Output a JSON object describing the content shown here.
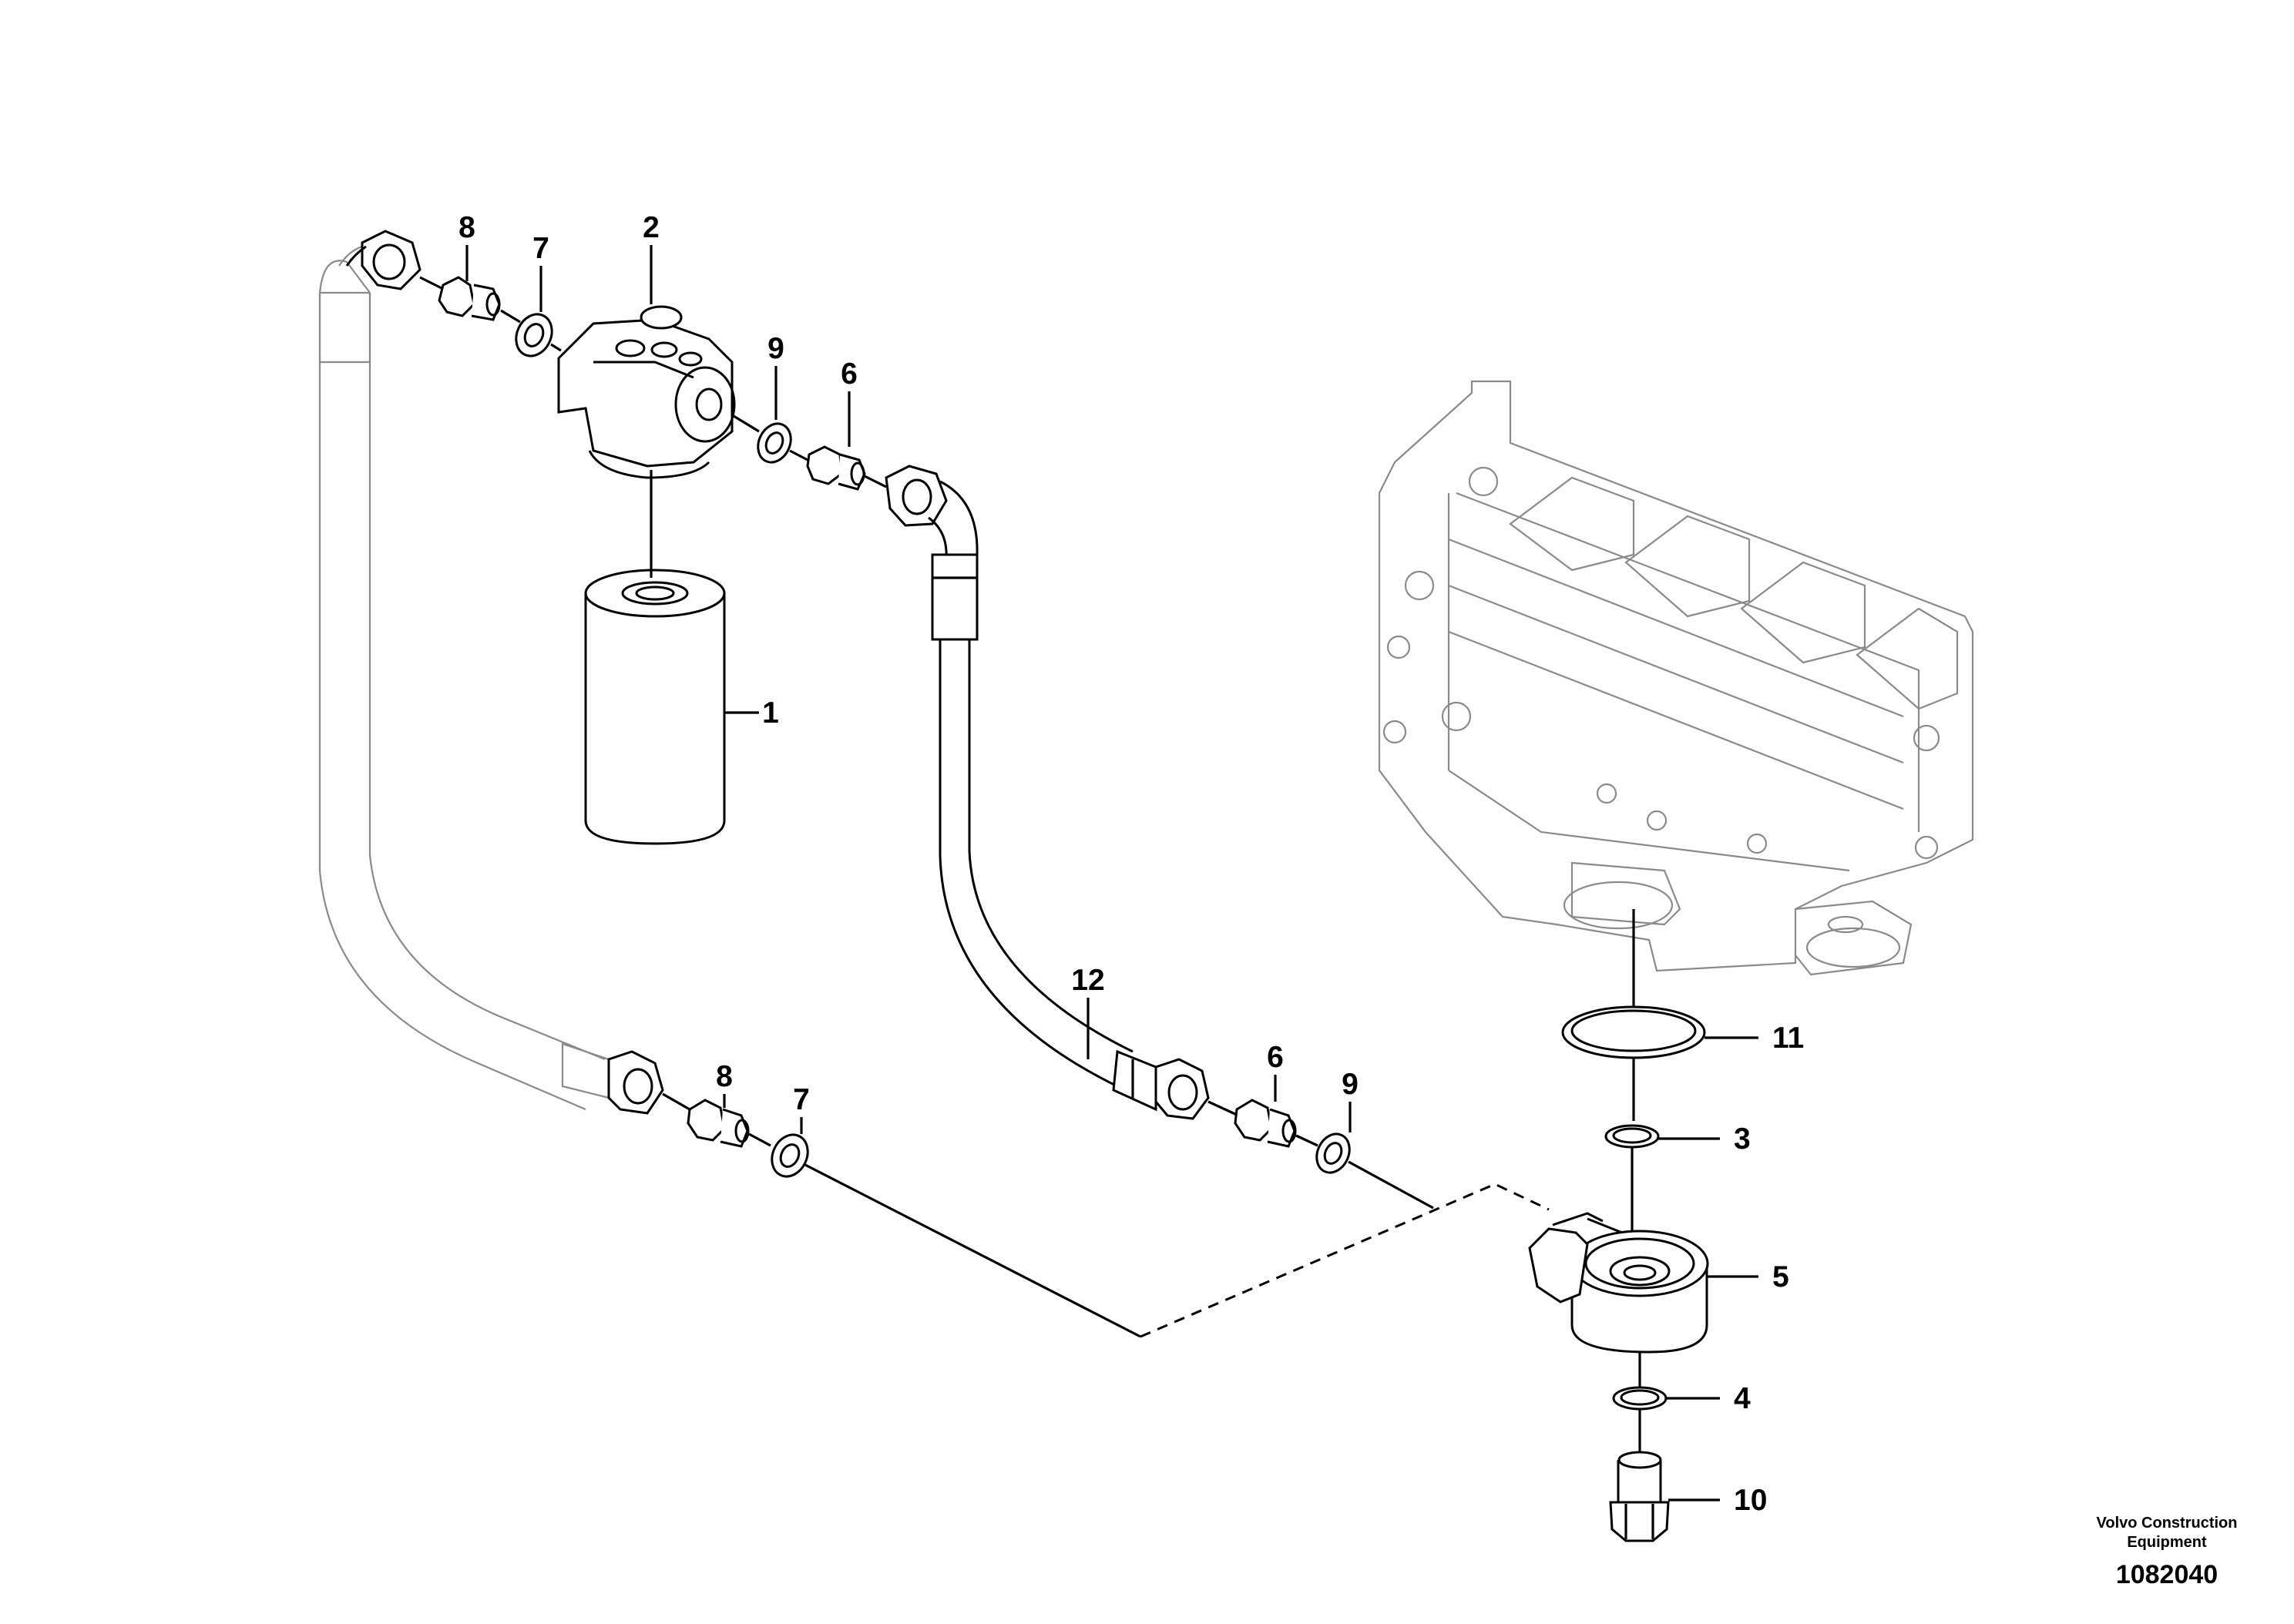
{
  "callouts": {
    "c1": "1",
    "c2": "2",
    "c3": "3",
    "c4": "4",
    "c5": "5",
    "c6a": "6",
    "c6b": "6",
    "c7a": "7",
    "c7b": "7",
    "c8a": "8",
    "c8b": "8",
    "c9a": "9",
    "c9b": "9",
    "c10": "10",
    "c11": "11",
    "c12": "12"
  },
  "footer": {
    "brand_line1": "Volvo Construction",
    "brand_line2": "Equipment",
    "ref_number": "1082040"
  },
  "colors": {
    "part_line": "#000000",
    "background_part": "#8a8a8a"
  }
}
